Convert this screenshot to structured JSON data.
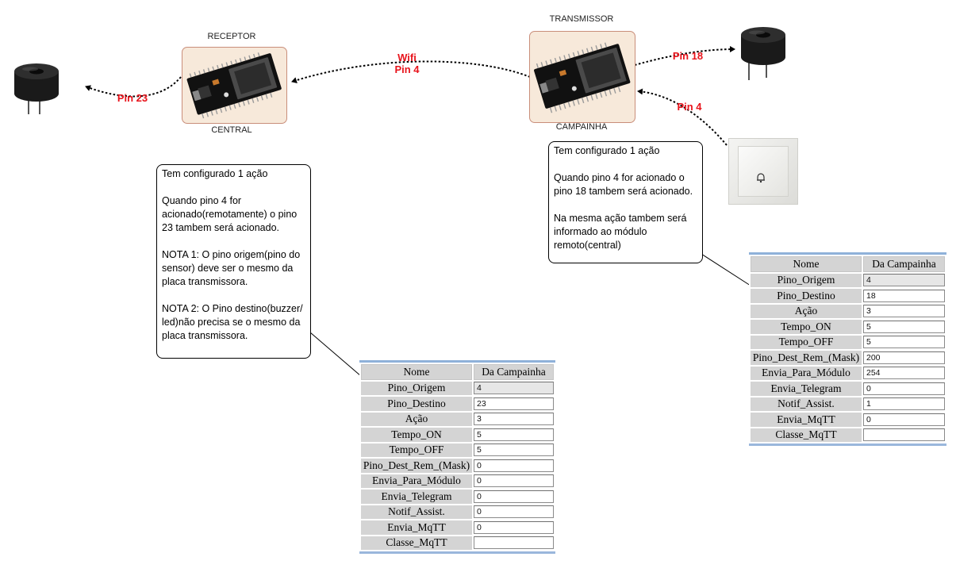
{
  "receptor_label": "RECEPTOR",
  "central_label": "CENTRAL",
  "transmissor_label": "TRANSMISSOR",
  "campainha_label": "CAMPAINHA",
  "links": {
    "wifi": "Wifi",
    "wifi_pin": "Pin 4",
    "pin23": "Pin 23",
    "pin18": "Pin 18",
    "pin4": "Pin 4"
  },
  "callout_left": [
    "Tem configurado 1 ação",
    "Quando pino 4 for acionado(remotamente) o pino 23 tambem será acionado.",
    "NOTA 1: O pino origem(pino do sensor) deve ser o mesmo da placa transmissora.",
    "NOTA 2: O Pino destino(buzzer/ led)não precisa se o mesmo da placa transmissora."
  ],
  "callout_right": [
    "Tem configurado 1 ação",
    "Quando pino 4 for acionado o pino 18 tambem será acionado.",
    "Na mesma ação tambem será informado ao módulo remoto(central)"
  ],
  "table_left": {
    "header": [
      "Nome",
      "Da Campainha"
    ],
    "rows": [
      {
        "label": "Pino_Origem",
        "value": "4",
        "readonly": true
      },
      {
        "label": "Pino_Destino",
        "value": "23"
      },
      {
        "label": "Ação",
        "value": "3"
      },
      {
        "label": "Tempo_ON",
        "value": "5"
      },
      {
        "label": "Tempo_OFF",
        "value": "5"
      },
      {
        "label": "Pino_Dest_Rem_(Mask)",
        "value": "0"
      },
      {
        "label": "Envia_Para_Módulo",
        "value": "0"
      },
      {
        "label": "Envia_Telegram",
        "value": "0"
      },
      {
        "label": "Notif_Assist.",
        "value": "0"
      },
      {
        "label": "Envia_MqTT",
        "value": "0"
      },
      {
        "label": "Classe_MqTT",
        "value": ""
      }
    ]
  },
  "table_right": {
    "header": [
      "Nome",
      "Da Campainha"
    ],
    "rows": [
      {
        "label": "Pino_Origem",
        "value": "4",
        "readonly": true
      },
      {
        "label": "Pino_Destino",
        "value": "18"
      },
      {
        "label": "Ação",
        "value": "3"
      },
      {
        "label": "Tempo_ON",
        "value": "5"
      },
      {
        "label": "Tempo_OFF",
        "value": "5"
      },
      {
        "label": "Pino_Dest_Rem_(Mask)",
        "value": "200"
      },
      {
        "label": "Envia_Para_Módulo",
        "value": "254"
      },
      {
        "label": "Envia_Telegram",
        "value": "0"
      },
      {
        "label": "Notif_Assist.",
        "value": "1"
      },
      {
        "label": "Envia_MqTT",
        "value": "0"
      },
      {
        "label": "Classe_MqTT",
        "value": ""
      }
    ]
  },
  "colors": {
    "link_label": "#e8131b",
    "table_border": "#8fb1d9",
    "label_cell": "#d4d4d4",
    "board_frame": "#f7e9da"
  },
  "icons": [
    "buzzer-icon",
    "esp32-board-icon",
    "doorbell-switch-icon"
  ]
}
